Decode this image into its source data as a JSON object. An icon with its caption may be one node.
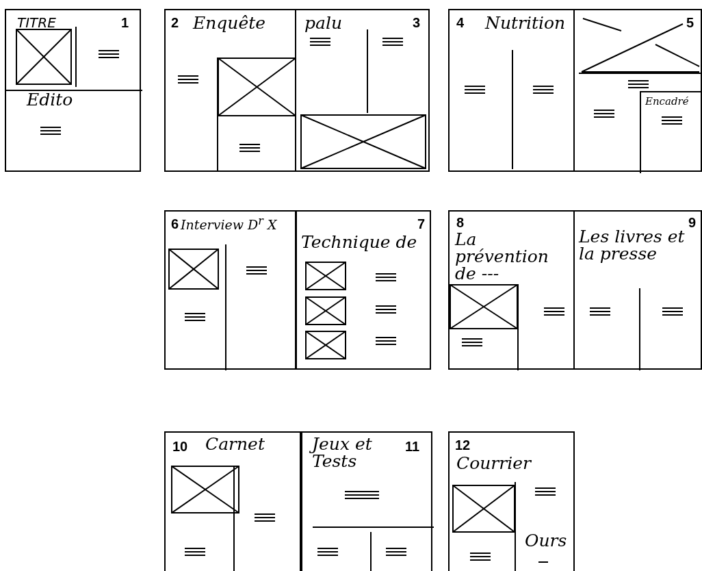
{
  "diagram": {
    "nodes": [
      {
        "text": [
          "TITRE",
          "1",
          "Edito"
        ]
      },
      {
        "text": [
          "2",
          "Enquête"
        ]
      },
      {
        "text": [
          "palu",
          "3"
        ]
      },
      {
        "text": [
          "4",
          "Nutrition"
        ]
      },
      {
        "text": [
          "5"
        ]
      },
      {
        "text": [
          "Encadré"
        ],
        "in": 4
      },
      {
        "text": [
          "6",
          "Interview D$^{r}$ X"
        ]
      },
      {
        "text": [
          "7",
          "Technique de"
        ]
      },
      {
        "text": [
          "8",
          "La prévention de ---"
        ]
      },
      {
        "text": [
          "9",
          "Les livres et la presse"
        ]
      },
      {
        "text": [
          "10",
          "Carnet"
        ]
      },
      {
        "text": [
          "Jeux et Tests",
          "11"
        ]
      },
      {
        "text": [
          "12",
          "Courrier",
          "Ours"
        ]
      }
    ]
  }
}
